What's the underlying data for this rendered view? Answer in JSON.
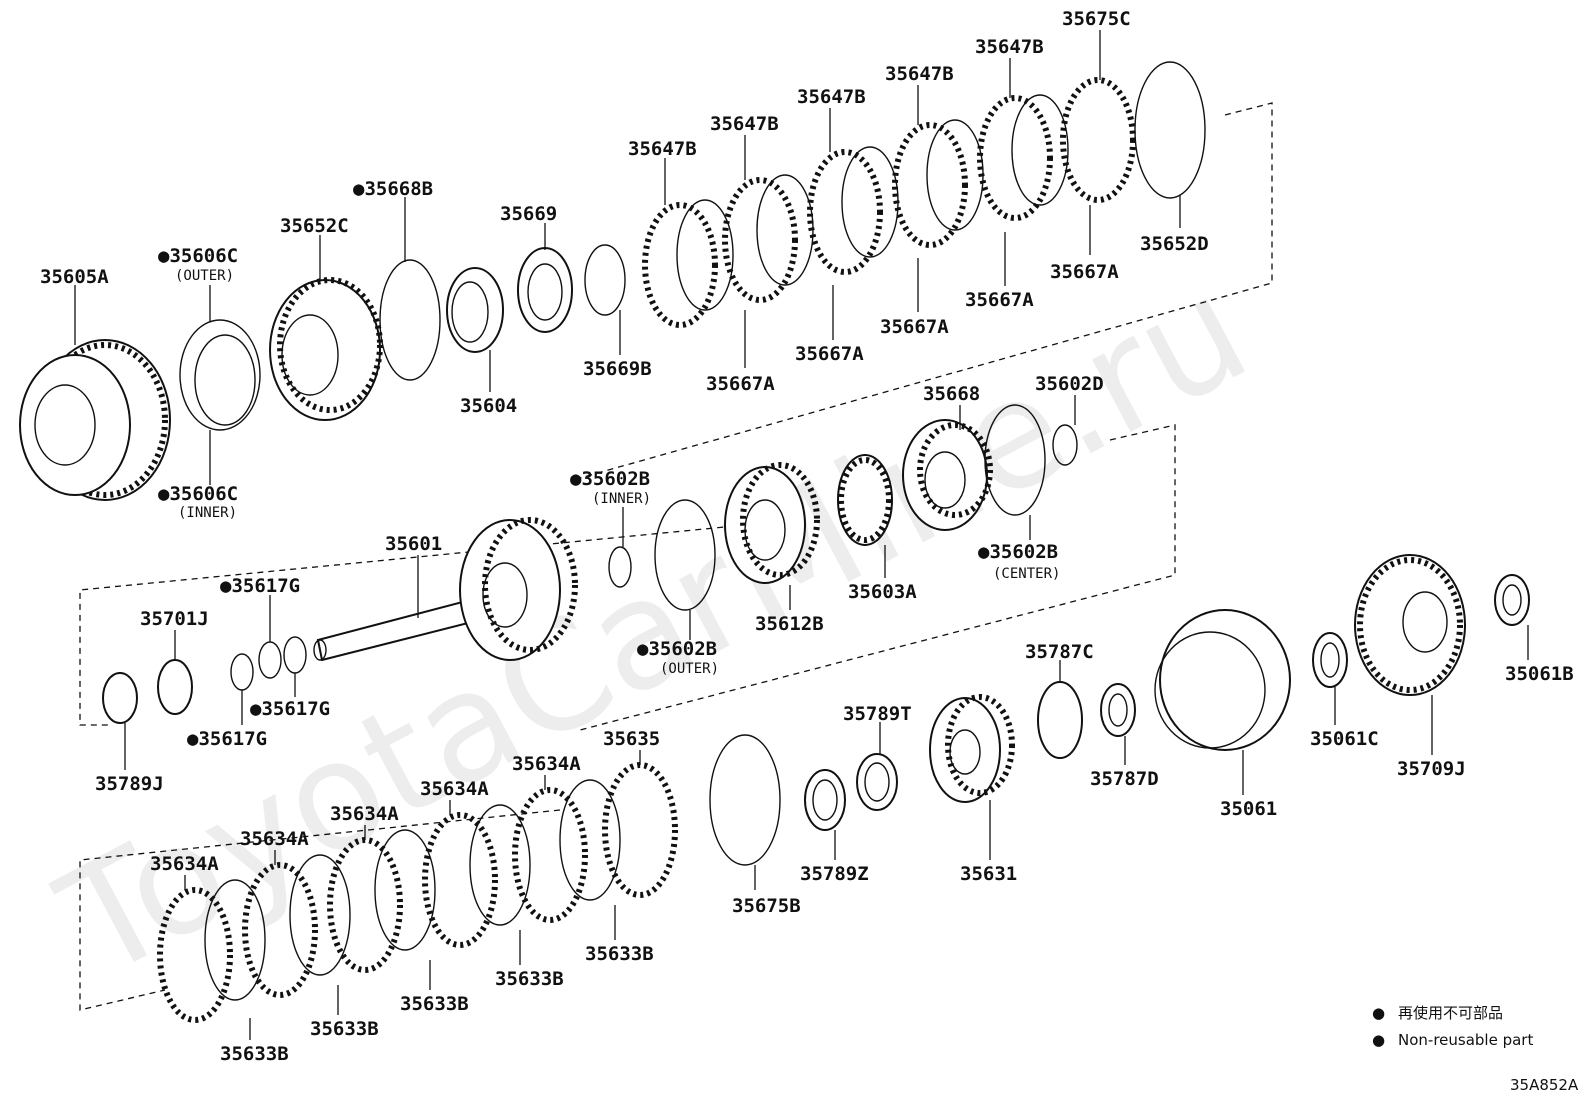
{
  "watermark": "ToyotaCarMine.ru",
  "drawing_code": "35A852A",
  "legend": {
    "items": [
      {
        "symbol": "●",
        "text": "再使用不可部品"
      },
      {
        "symbol": "●",
        "text": "Non-reusable part"
      }
    ]
  },
  "parts": {
    "p35605A": "35605A",
    "p35606C_outer": "●35606C",
    "p35606C_outer_note": "(OUTER)",
    "p35606C_inner": "●35606C",
    "p35606C_inner_note": "(INNER)",
    "p35652C": "35652C",
    "p35668B": "●35668B",
    "p35604": "35604",
    "p35669": "35669",
    "p35669B": "35669B",
    "p35647B_1": "35647B",
    "p35647B_2": "35647B",
    "p35647B_3": "35647B",
    "p35647B_4": "35647B",
    "p35647B_5": "35647B",
    "p35675C": "35675C",
    "p35667A_1": "35667A",
    "p35667A_2": "35667A",
    "p35667A_3": "35667A",
    "p35667A_4": "35667A",
    "p35667A_5": "35667A",
    "p35652D": "35652D",
    "p35668": "35668",
    "p35602D": "35602D",
    "p35602B_inner": "●35602B",
    "p35602B_inner_note": "(INNER)",
    "p35602B_center": "●35602B",
    "p35602B_center_note": "(CENTER)",
    "p35602B_outer": "●35602B",
    "p35602B_outer_note": "(OUTER)",
    "p35601": "35601",
    "p35612B": "35612B",
    "p35603A": "35603A",
    "p35701J": "35701J",
    "p35617G_1": "●35617G",
    "p35617G_2": "●35617G",
    "p35617G_3": "●35617G",
    "p35789J": "35789J",
    "p35787C": "35787C",
    "p35787D": "35787D",
    "p35789T": "35789T",
    "p35789Z": "35789Z",
    "p35631": "35631",
    "p35675B": "35675B",
    "p35061": "35061",
    "p35061C": "35061C",
    "p35709J": "35709J",
    "p35061B": "35061B",
    "p35635": "35635",
    "p35634A_1": "35634A",
    "p35634A_2": "35634A",
    "p35634A_3": "35634A",
    "p35634A_4": "35634A",
    "p35634A_5": "35634A",
    "p35633B_1": "35633B",
    "p35633B_2": "35633B",
    "p35633B_3": "35633B",
    "p35633B_4": "35633B",
    "p35633B_5": "35633B"
  }
}
